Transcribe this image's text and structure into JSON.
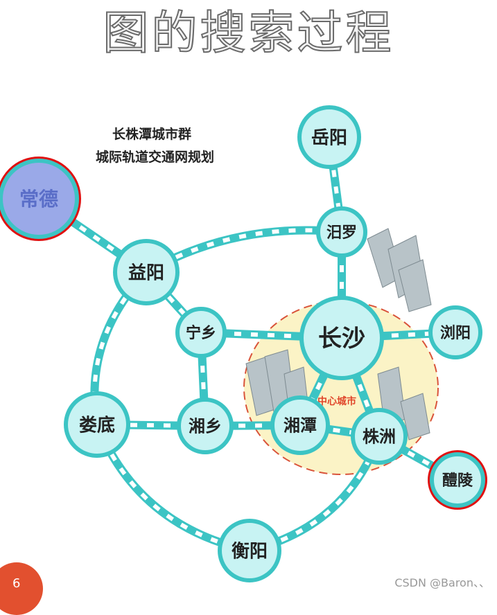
{
  "slide": {
    "title": "图的搜索过程",
    "page_number": "6",
    "watermark": "CSDN @Baron、、"
  },
  "diagram": {
    "caption_line1": "长株潭城市群",
    "caption_line2": "城际轨道交通网规划",
    "center_zone_label": "中心城市",
    "colors": {
      "track": "#3cc4c4",
      "node_fill": "#c8f3f3",
      "node_border": "#3cc4c4",
      "highlight_ring": "#e01010",
      "zone_fill": "#fbf3c6",
      "zone_border": "#d9533a",
      "changde_fill": "#9aa9e8"
    },
    "nodes": [
      {
        "id": "yueyang",
        "label": "岳阳"
      },
      {
        "id": "changde",
        "label": "常德"
      },
      {
        "id": "miluo",
        "label": "汨罗"
      },
      {
        "id": "yiyang",
        "label": "益阳"
      },
      {
        "id": "ningxiang",
        "label": "宁乡"
      },
      {
        "id": "changsha",
        "label": "长沙"
      },
      {
        "id": "liuyang",
        "label": "浏阳"
      },
      {
        "id": "loudi",
        "label": "娄底"
      },
      {
        "id": "xiangxiang",
        "label": "湘乡"
      },
      {
        "id": "xiangtan",
        "label": "湘潭"
      },
      {
        "id": "zhuzhou",
        "label": "株洲"
      },
      {
        "id": "liling",
        "label": "醴陵"
      },
      {
        "id": "hengyang",
        "label": "衡阳"
      }
    ]
  }
}
